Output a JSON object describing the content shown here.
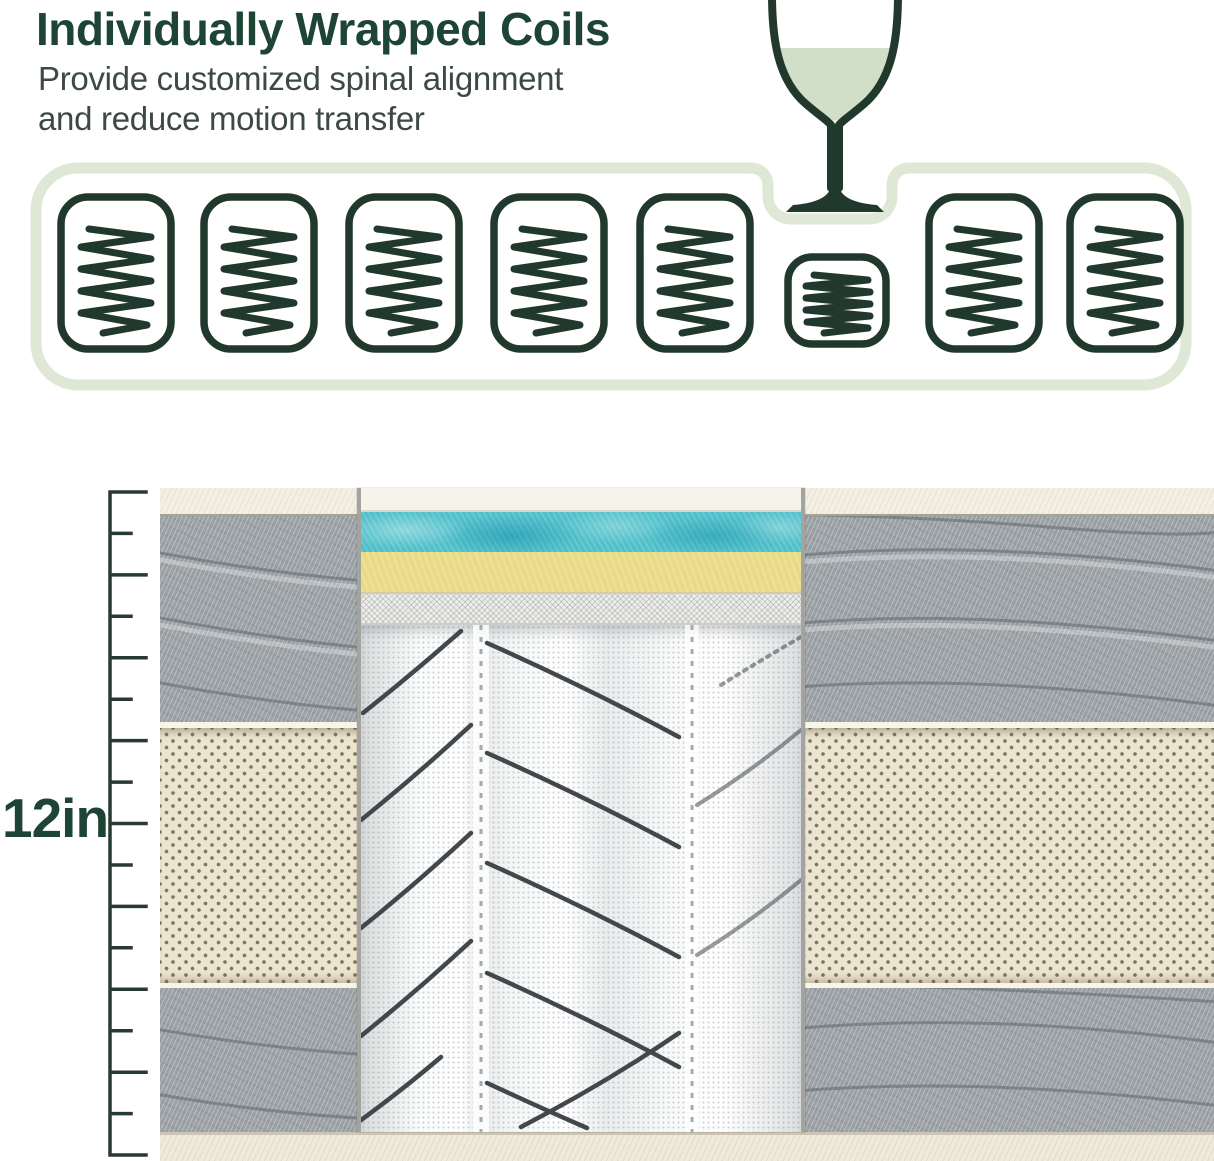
{
  "header": {
    "title": "Individually Wrapped Coils",
    "subtitle_line1": "Provide customized spinal alignment",
    "subtitle_line2": "and reduce motion transfer"
  },
  "coil_row": {
    "description": "row of individually wrapped coil icons, the one beneath the wine glass is compressed",
    "coils": [
      {
        "type": "tall"
      },
      {
        "type": "tall"
      },
      {
        "type": "tall"
      },
      {
        "type": "tall"
      },
      {
        "type": "tall"
      },
      {
        "type": "compressed"
      },
      {
        "type": "tall"
      },
      {
        "type": "tall"
      }
    ]
  },
  "mattress": {
    "measurement_label": "12in",
    "layers_visible": [
      "quilted-cover",
      "gel-foam",
      "comfort-foam",
      "mesh-trim",
      "pocket-coils",
      "border-fabric"
    ]
  },
  "colors": {
    "title_green": "#1d4434",
    "subtitle_gray": "#3d4a43",
    "coil_dark_green": "#21392d",
    "container_sage": "#dfe8d6",
    "glass_liquid_sage": "#d2dfc8",
    "gel_foam_blue": "#4fc0ca",
    "foam_yellow": "#e9db85",
    "quilt_gray": "#9ba1a5",
    "border_beige": "#ece4cf",
    "cream": "#f3efe2",
    "wire_dark": "#43474b"
  }
}
